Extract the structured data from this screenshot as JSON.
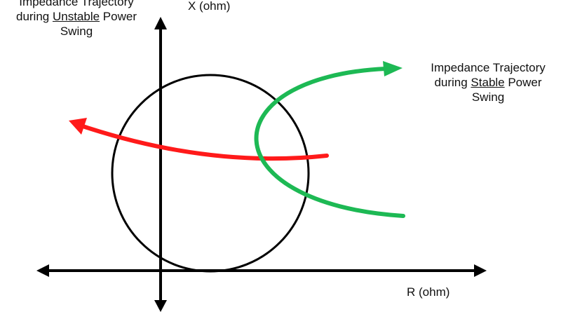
{
  "axes": {
    "x_label": "X (ohm)",
    "r_label": "R (ohm)"
  },
  "unstable": {
    "line1": "Impedance Trajectory",
    "line2_pre": "during ",
    "line2_key": "Unstable",
    "line2_post": " Power",
    "line3": "Swing",
    "color": "#ff1a1a"
  },
  "stable": {
    "line1": "Impedance Trajectory",
    "line2_pre": "during ",
    "line2_key": "Stable",
    "line2_post": " Power",
    "line3": "Swing",
    "color": "#1db954"
  },
  "circle_color": "#000000"
}
